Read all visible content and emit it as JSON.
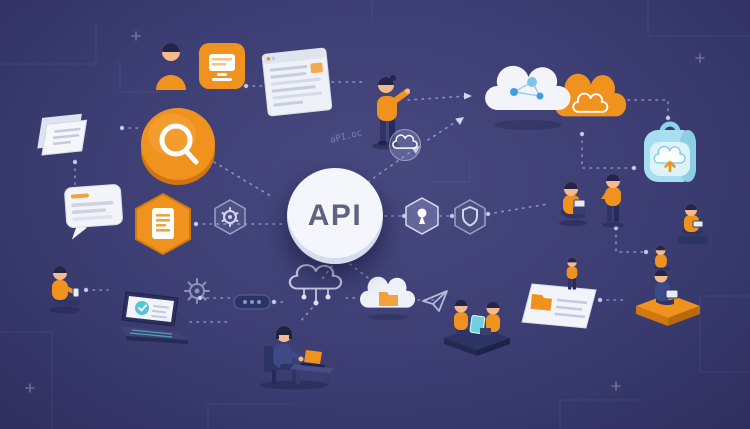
{
  "scene": {
    "type": "isometric-illustration",
    "description": "API ecosystem illustration: central white API circle connected by dashed lines to clouds, devices, documents, security hexagons and people on a dark indigo background",
    "background_color": "#3c3d72",
    "center_label": "API",
    "faint_code_text": "aPI.oc"
  },
  "colors": {
    "orange": "#f0921e",
    "orange_dark": "#d0790f",
    "navy": "#2e3566",
    "teal": "#57c4d8",
    "teal_light": "#a8dff0",
    "card_white": "#f2f4fa",
    "connector": "#b9c0e8",
    "skin": "#f4b98d",
    "hair": "#23254a"
  },
  "icons": [
    {
      "name": "person-avatar-icon",
      "meaning": "user bust"
    },
    {
      "name": "device-card-icon",
      "meaning": "orange card with monitor"
    },
    {
      "name": "browser-window-card",
      "meaning": "web page with text lines"
    },
    {
      "name": "pointing-person-figure",
      "meaning": "standing presenter"
    },
    {
      "name": "cloud-node-badge",
      "meaning": "small cloud in circle"
    },
    {
      "name": "big-cloud-icon",
      "meaning": "white cloud with molecule nodes"
    },
    {
      "name": "orange-cloud-icon",
      "meaning": "orange cloud with cloud outline"
    },
    {
      "name": "cloud-storage-bag-icon",
      "meaning": "teal pack with cloud upload"
    },
    {
      "name": "magnifier-disc-badge",
      "meaning": "orange disc with magnifier"
    },
    {
      "name": "documents-icon",
      "meaning": "stacked papers"
    },
    {
      "name": "chat-card-icon",
      "meaning": "speech card with text lines"
    },
    {
      "name": "orange-hexagon-list-icon",
      "meaning": "hexagon with document"
    },
    {
      "name": "hexagon-gear-icon",
      "meaning": "outline hexagon with gear"
    },
    {
      "name": "hexagon-lock-icon",
      "meaning": "hexagon with keyhole"
    },
    {
      "name": "hexagon-shield-icon",
      "meaning": "hexagon with shield"
    },
    {
      "name": "sitting-person-figure",
      "meaning": "person with laptop"
    },
    {
      "name": "standing-person-figure",
      "meaning": "person with phone"
    },
    {
      "name": "sitting-person-phone-figure",
      "meaning": "person reading phone"
    },
    {
      "name": "teal-laptop-icon",
      "meaning": "isometric laptop with teal logo"
    },
    {
      "name": "gear-outline-icon",
      "meaning": "faint gear"
    },
    {
      "name": "capsule-chip-icon",
      "meaning": "dark pill with dots"
    },
    {
      "name": "cloud-network-outline-icon",
      "meaning": "cloud with nodes"
    },
    {
      "name": "cloud-folder-icon",
      "meaning": "cloud with orange folder"
    },
    {
      "name": "paper-plane-outline-icon",
      "meaning": "send glyph"
    },
    {
      "name": "person-at-desk-figure",
      "meaning": "worker at desk with laptop"
    },
    {
      "name": "pair-working-figures",
      "meaning": "two people with screens on platform"
    },
    {
      "name": "document-folder-card",
      "meaning": "isometric doc card with folder"
    },
    {
      "name": "orange-platform-figure",
      "meaning": "person with laptop on orange platform"
    }
  ]
}
